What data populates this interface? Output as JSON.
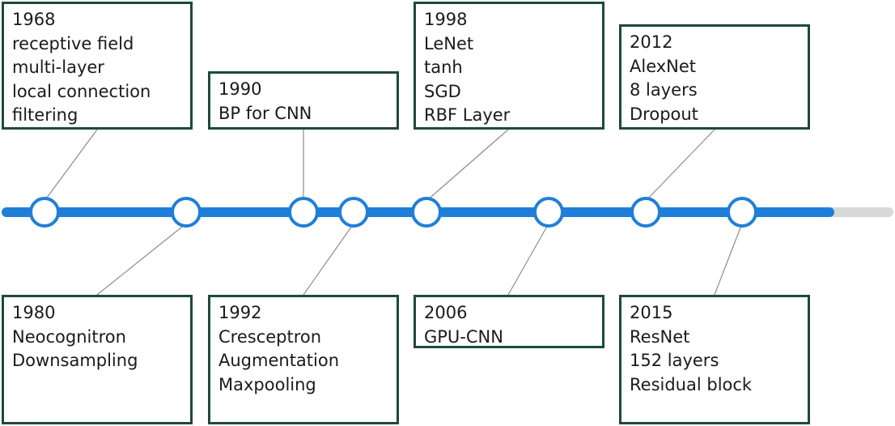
{
  "milestones": [
    {
      "year": "1968",
      "lines": [
        "receptive field",
        "multi-layer",
        "local connection",
        "filtering"
      ]
    },
    {
      "year": "1980",
      "lines": [
        "Neocognitron",
        "Downsampling"
      ]
    },
    {
      "year": "1990",
      "lines": [
        "BP for CNN"
      ]
    },
    {
      "year": "1992",
      "lines": [
        "Cresceptron",
        "Augmentation",
        "Maxpooling"
      ]
    },
    {
      "year": "1998",
      "lines": [
        "LeNet",
        "tanh",
        "SGD",
        "RBF Layer"
      ]
    },
    {
      "year": "2006",
      "lines": [
        "GPU-CNN"
      ]
    },
    {
      "year": "2012",
      "lines": [
        "AlexNet",
        "8 layers",
        "Dropout"
      ]
    },
    {
      "year": "2015",
      "lines": [
        "ResNet",
        "152 layers",
        "Residual block"
      ]
    }
  ],
  "colors": {
    "timeline": "#1f7fd8",
    "track": "#d8d8d8",
    "node_border": "#1f7fd8",
    "node_fill": "#ffffff",
    "box_border": "#1e4a3a",
    "connector": "#8c8c8c"
  }
}
